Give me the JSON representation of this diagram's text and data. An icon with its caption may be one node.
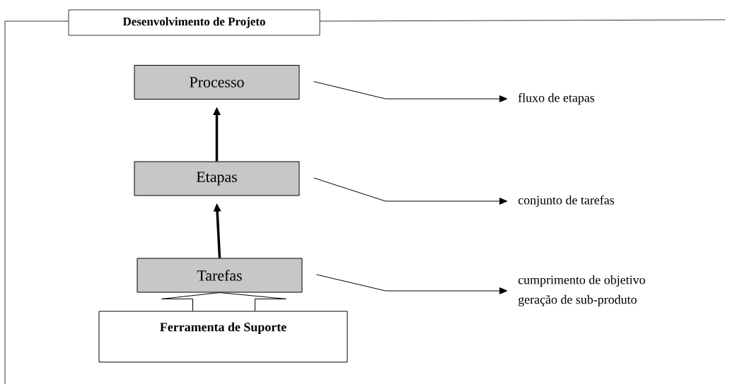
{
  "diagram": {
    "nodes": [
      {
        "text": [
          "Desenvolvimento de Projeto"
        ]
      },
      {
        "text": [
          "Processo"
        ],
        "in": 0
      },
      {
        "text": [
          "Etapas"
        ],
        "in": 0
      },
      {
        "text": [
          "Tarefas"
        ],
        "in": 0
      },
      {
        "text": [
          "Ferramenta de Suporte"
        ],
        "in": 0
      },
      {
        "text": [
          "fluxo de etapas"
        ],
        "in": 0
      },
      {
        "text": [
          "conjunto de tarefas"
        ],
        "in": 0
      },
      {
        "text": [
          "cumprimento de objetivo",
          "geração de sub-produto"
        ],
        "in": 0
      }
    ],
    "edges": [
      {
        "from": 2,
        "to": 1,
        "arrow": "to",
        "style": "thick"
      },
      {
        "from": 3,
        "to": 2,
        "arrow": "to",
        "style": "thick"
      },
      {
        "from": 4,
        "to": 3,
        "arrow": "none"
      },
      {
        "from": 1,
        "to": 5,
        "arrow": "to"
      },
      {
        "from": 2,
        "to": 6,
        "arrow": "to"
      },
      {
        "from": 3,
        "to": 7,
        "arrow": "to"
      }
    ]
  }
}
